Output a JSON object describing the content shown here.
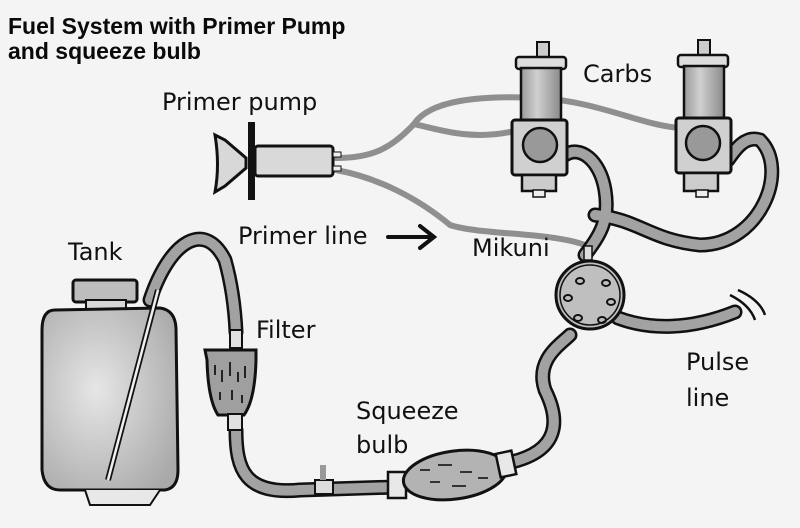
{
  "title": {
    "line1": "Fuel System with Primer Pump",
    "line2": "and squeeze bulb"
  },
  "labels": {
    "primer_pump": "Primer pump",
    "carbs": "Carbs",
    "primer_line": "Primer line",
    "mikuni": "Mikuni",
    "tank": "Tank",
    "filter": "Filter",
    "squeeze_bulb_1": "Squeeze",
    "squeeze_bulb_2": "bulb",
    "pulse_line_1": "Pulse",
    "pulse_line_2": "line"
  },
  "components": [
    {
      "name": "Fuel tank",
      "icon": "tank-icon"
    },
    {
      "name": "Fuel filter",
      "icon": "filter-icon"
    },
    {
      "name": "Squeeze bulb",
      "icon": "bulb-icon"
    },
    {
      "name": "Mikuni fuel pump",
      "icon": "pump-icon"
    },
    {
      "name": "Carburetor 1",
      "icon": "carb-icon"
    },
    {
      "name": "Carburetor 2",
      "icon": "carb-icon"
    },
    {
      "name": "Primer pump",
      "icon": "primer-icon"
    }
  ],
  "colors": {
    "hose": "#8a8a8a",
    "outline": "#111111",
    "primer_line": "#8f8f8f",
    "body_fill": "#c8c8c8",
    "background": "#f4f4f4"
  }
}
